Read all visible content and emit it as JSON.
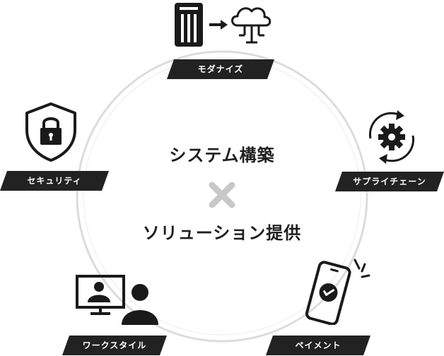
{
  "center": {
    "line1": "システム構築",
    "line2": "ソリューション提供",
    "separator_icon": "times-icon"
  },
  "nodes": [
    {
      "label": "モダナイズ",
      "icon": "server-to-cloud-icon"
    },
    {
      "label": "サプライチェーン",
      "icon": "gear-cycle-icon"
    },
    {
      "label": "ペイメント",
      "icon": "smartphone-check-icon"
    },
    {
      "label": "ワークスタイル",
      "icon": "remote-meeting-icon"
    },
    {
      "label": "セキュリティ",
      "icon": "shield-lock-icon"
    }
  ],
  "colors": {
    "label_bg": "#222222",
    "ring": "#d9d9d9",
    "icon": "#1a1a1a",
    "separator": "#c8c8c8"
  }
}
